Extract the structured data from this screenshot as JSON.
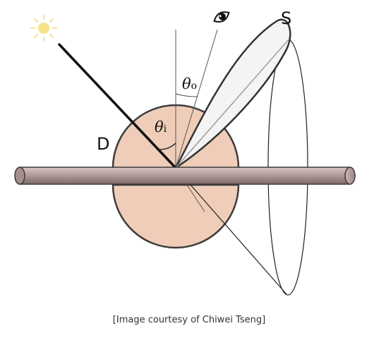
{
  "labels": {
    "specular": "S",
    "diffuse": "D",
    "theta_symbol": "θ",
    "theta_o_sub": "o",
    "theta_i_sub": "i"
  },
  "caption": "[Image courtesy of Chiwei Tseng]",
  "icons": {
    "light_source": "sun-icon",
    "viewer": "eye-icon"
  },
  "colors": {
    "diffuse_lobe_fill": "#efcdb8",
    "diffuse_lobe_stroke": "#3d3d3d",
    "specular_lobe_fill": "#f2f2f2",
    "surface_rod_fill": "#b39a98",
    "sun": "#f7e28a",
    "ray": "#111111"
  }
}
